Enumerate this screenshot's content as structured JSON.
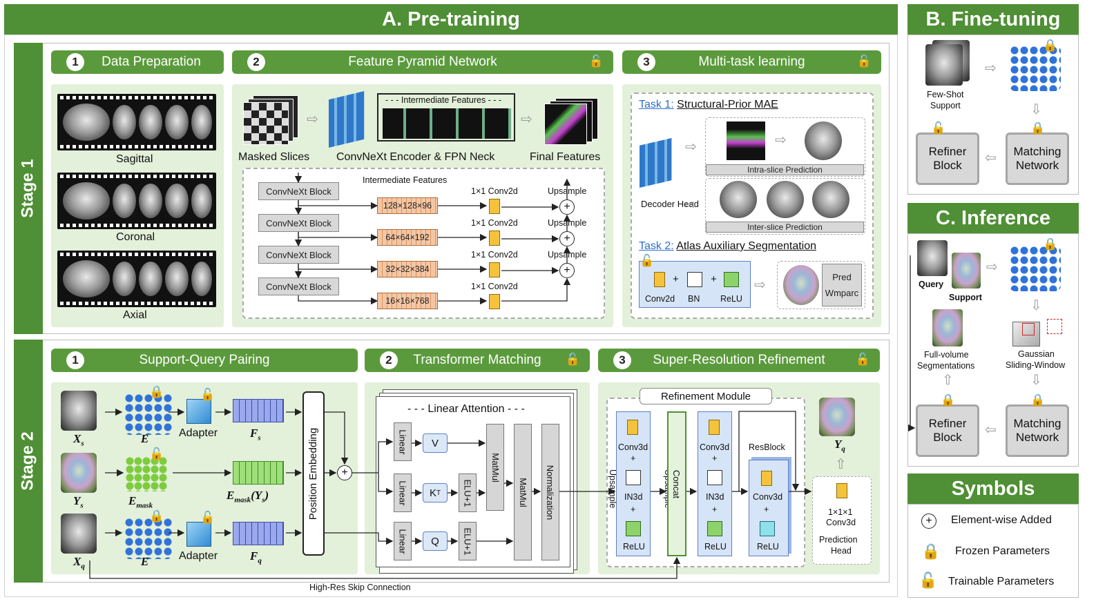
{
  "sections": {
    "pretrain": "A. Pre-training",
    "finetune": "B. Fine-tuning",
    "inference": "C. Inference",
    "symbols": "Symbols"
  },
  "stages": {
    "stage1": "Stage 1",
    "stage2": "Stage 2"
  },
  "stage1": {
    "data_prep": {
      "num": "1",
      "title": "Data Preparation",
      "sagittal": "Sagittal",
      "coronal": "Coronal",
      "axial": "Axial"
    },
    "fpn": {
      "num": "2",
      "title": "Feature Pyramid Network",
      "masked_slices": "Masked Slices",
      "encoder": "ConvNeXt Encoder & FPN Neck",
      "final": "Final Features",
      "intermediate_title": "- - - Intermediate Features - - -",
      "intermediate_label": "Intermediate Features",
      "blocks": [
        "ConvNeXt Block",
        "ConvNeXt Block",
        "ConvNeXt Block",
        "ConvNeXt Block"
      ],
      "features": [
        "128×128×96",
        "64×64×192",
        "32×32×384",
        "16×16×768"
      ],
      "conv": [
        "1×1 Conv2d",
        "1×1 Conv2d",
        "1×1 Conv2d",
        "1×1 Conv2d"
      ],
      "upsample": [
        "Upsample",
        "Upsample",
        "Upsample"
      ]
    },
    "mtl": {
      "num": "3",
      "title": "Multi-task learning",
      "task1_prefix": "Task 1:",
      "task1": "Structural-Prior MAE",
      "intra": "Intra-slice Prediction",
      "inter": "Inter-slice Prediction",
      "decoder": "Decoder Head",
      "task2_prefix": "Task 2:",
      "task2": "Atlas Auxiliary Segmentation",
      "conv2d": "Conv2d",
      "bn": "BN",
      "relu": "ReLU",
      "pred": "Pred",
      "wmparc": "Wmparc"
    }
  },
  "stage2": {
    "pairing": {
      "num": "1",
      "title": "Support-Query Pairing",
      "adapter": "Adapter",
      "xs": "X",
      "xs_sub": "s",
      "e": "E",
      "fs": "F",
      "fs_sub": "s",
      "ys": "Y",
      "ys_sub": "s",
      "emask": "E",
      "emask_sub": "mask",
      "emask_ys": "E",
      "emask_ys_sub": "mask",
      "emask_ys_arg": "(Y",
      "emask_ys_argsub": "s",
      "emask_ys_close": ")",
      "xq": "X",
      "xq_sub": "q",
      "fq": "F",
      "fq_sub": "q",
      "pos": "Position Embedding",
      "skip": "High-Res Skip Connection"
    },
    "transformer": {
      "num": "2",
      "title": "Transformer Matching",
      "linear_attention": "- - - Linear Attention - - -",
      "linear": "Linear",
      "v": "V",
      "k": "K",
      "k_sup": "T",
      "q": "Q",
      "elu": "ELU+1",
      "matmul": "MatMul",
      "normalization": "Normalization"
    },
    "refine": {
      "num": "3",
      "title": "Super-Resolution Refinement",
      "module": "Refinement Module",
      "conv3d": "Conv3d",
      "in3d": "IN3d",
      "relu": "ReLU",
      "plus": "+",
      "upsample": "Upsample",
      "concat": "Concat",
      "resblock": "ResBlock",
      "yq": "Y",
      "yq_sub": "q",
      "head_conv": "1×1×1",
      "head_conv2": "Conv3d",
      "pred_head": "Prediction",
      "pred_head2": "Head"
    }
  },
  "finetune": {
    "support": "Few-Shot",
    "support2": "Support",
    "refiner": "Refiner",
    "refiner2": "Block",
    "matching": "Matching",
    "matching2": "Network"
  },
  "inference": {
    "query": "Query",
    "support": "Support",
    "fullvol": "Full-volume",
    "fullvol2": "Segmentations",
    "gauss": "Gaussian",
    "gauss2": "Sliding-Window",
    "refiner": "Refiner",
    "refiner2": "Block",
    "matching": "Matching",
    "matching2": "Network"
  },
  "symbols": {
    "added": "Element-wise Added",
    "frozen": "Frozen Parameters",
    "trainable": "Trainable Parameters"
  },
  "icons": {
    "lock": "lock-icon",
    "unlock": "unlock-icon"
  }
}
